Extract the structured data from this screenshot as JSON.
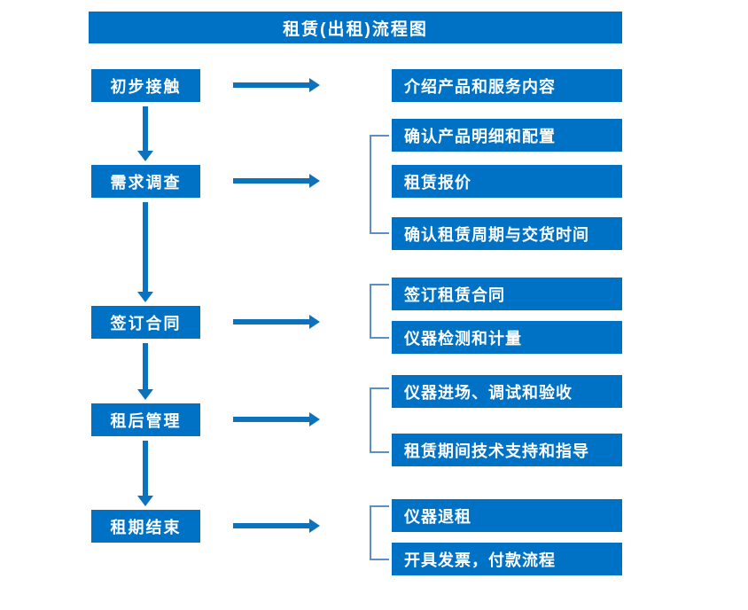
{
  "chart_data": {
    "type": "diagram",
    "title": "租赁(出租)流程图",
    "diagram_kind": "flowchart",
    "orientation": "vertical-stages-with-right-details",
    "accent_color": "#0072C6",
    "arrow_color": "#0D72BD",
    "bracket_color": "#5B8FC7",
    "text_color": "#FFFFFF",
    "background": "#FFFFFF",
    "stages": [
      {
        "label": "初步接触",
        "details": [
          "介绍产品和服务内容"
        ],
        "bracketed": false
      },
      {
        "label": "需求调查",
        "details": [
          "确认产品明细和配置",
          "租赁报价",
          "确认租赁周期与交货时间"
        ],
        "bracketed": true
      },
      {
        "label": "签订合同",
        "details": [
          "签订租赁合同",
          "仪器检测和计量"
        ],
        "bracketed": true
      },
      {
        "label": "租后管理",
        "details": [
          "仪器进场、调试和验收",
          "租赁期间技术支持和指导"
        ],
        "bracketed": true
      },
      {
        "label": "租期结束",
        "details": [
          "仪器退租",
          "开具发票，付款流程"
        ],
        "bracketed": true
      }
    ]
  },
  "title": {
    "text": "租赁(出租)流程图"
  },
  "stages": [
    {
      "label": "初步接触"
    },
    {
      "label": "需求调查"
    },
    {
      "label": "签订合同"
    },
    {
      "label": "租后管理"
    },
    {
      "label": "租期结束"
    }
  ],
  "details": [
    {
      "label": "介绍产品和服务内容"
    },
    {
      "label": "确认产品明细和配置"
    },
    {
      "label": "租赁报价"
    },
    {
      "label": "确认租赁周期与交货时间"
    },
    {
      "label": "签订租赁合同"
    },
    {
      "label": "仪器检测和计量"
    },
    {
      "label": "仪器进场、调试和验收"
    },
    {
      "label": "租赁期间技术支持和指导"
    },
    {
      "label": "仪器退租"
    },
    {
      "label": "开具发票，付款流程"
    }
  ]
}
